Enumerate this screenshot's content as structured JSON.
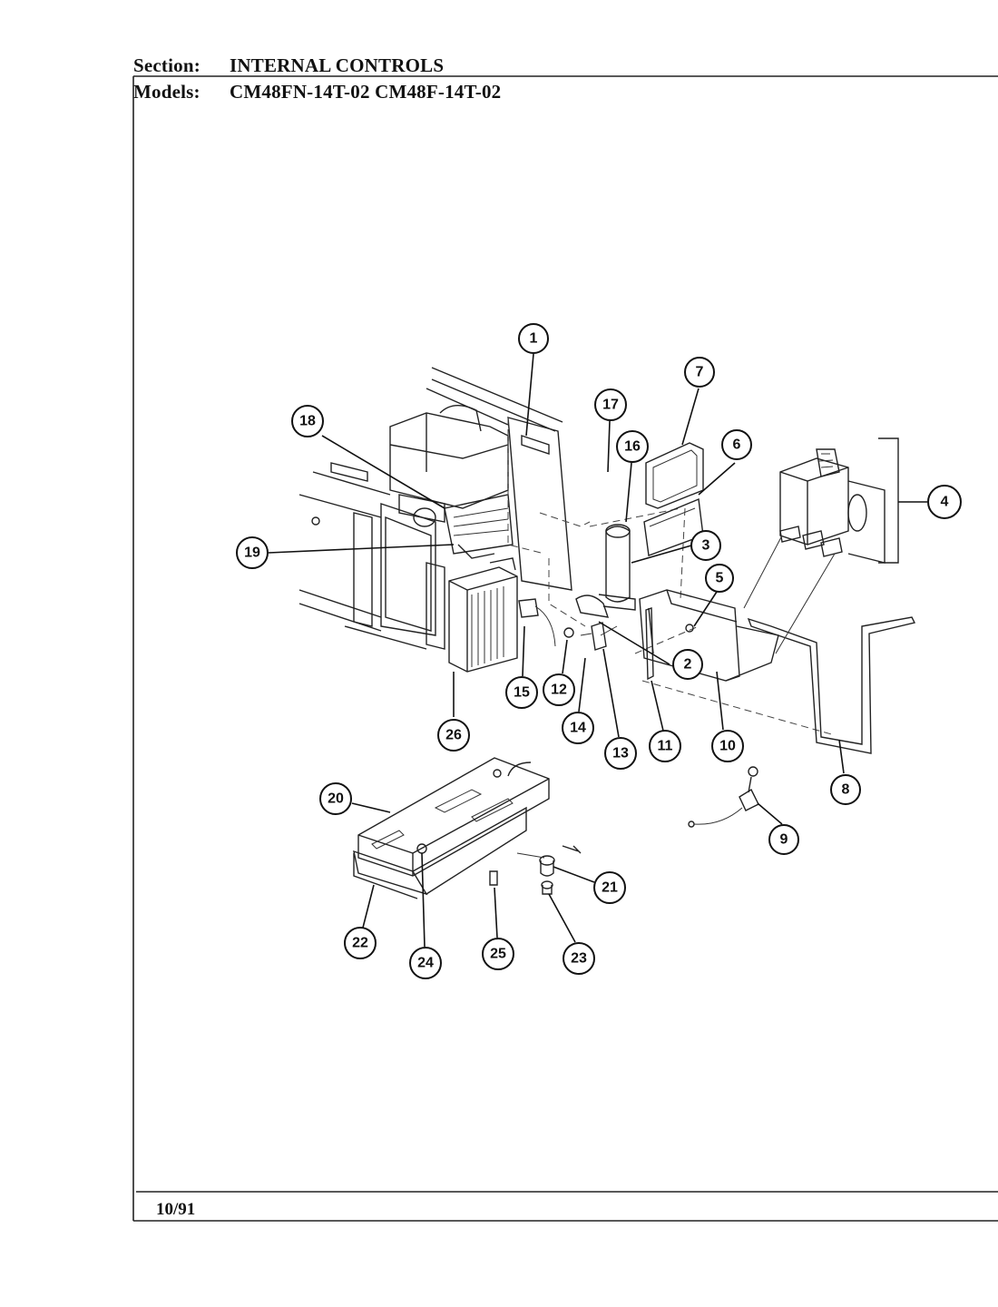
{
  "header": {
    "section_label": "Section:",
    "section_value": "INTERNAL CONTROLS",
    "models_label": "Models:",
    "models_value": "CM48FN-14T-02  CM48F-14T-02"
  },
  "footer": {
    "date": "10/91"
  },
  "callouts": [
    "1",
    "2",
    "3",
    "4",
    "5",
    "6",
    "7",
    "8",
    "9",
    "10",
    "11",
    "12",
    "13",
    "14",
    "15",
    "16",
    "17",
    "18",
    "19",
    "20",
    "21",
    "22",
    "23",
    "24",
    "25",
    "26"
  ]
}
